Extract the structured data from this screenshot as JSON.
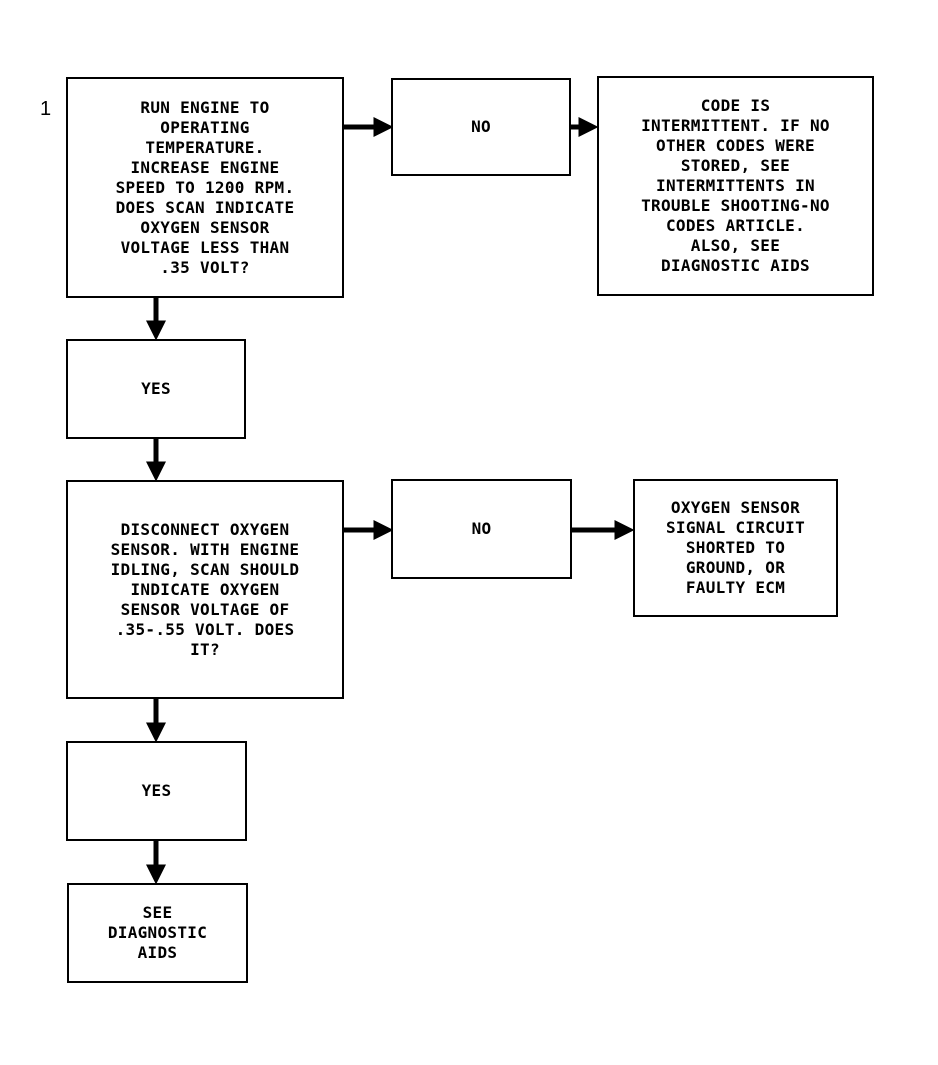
{
  "step_number": "1",
  "nodes": {
    "q1": "RUN ENGINE TO\nOPERATING\nTEMPERATURE.\nINCREASE ENGINE\nSPEED TO 1200 RPM.\nDOES SCAN INDICATE\nOXYGEN SENSOR\nVOLTAGE LESS THAN\n.35 VOLT?",
    "no1": "NO",
    "result_intermittent": "CODE IS\nINTERMITTENT. IF NO\nOTHER CODES WERE\nSTORED, SEE\nINTERMITTENTS IN\nTROUBLE SHOOTING-NO\nCODES ARTICLE.\nALSO, SEE\nDIAGNOSTIC AIDS",
    "yes1": "YES",
    "q2": "DISCONNECT OXYGEN\nSENSOR. WITH ENGINE\nIDLING, SCAN SHOULD\nINDICATE OXYGEN\nSENSOR VOLTAGE OF\n.35-.55 VOLT. DOES\nIT?",
    "no2": "NO",
    "result_shorted": "OXYGEN SENSOR\nSIGNAL CIRCUIT\nSHORTED TO\nGROUND, OR\nFAULTY ECM",
    "yes2": "YES",
    "result_see_aids": "SEE\nDIAGNOSTIC\nAIDS"
  }
}
